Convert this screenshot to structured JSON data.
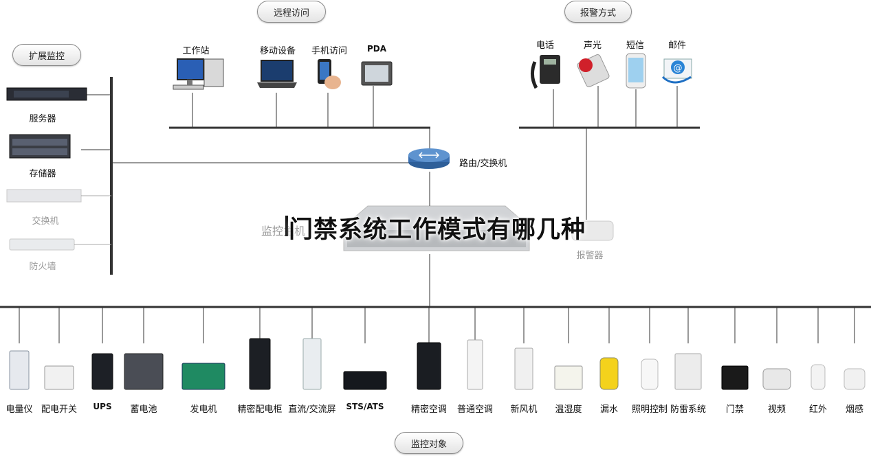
{
  "overlay_title": "门禁系统工作模式有哪几种",
  "groups": {
    "remote": "远程访问",
    "alarm": "报警方式",
    "extend": "扩展监控",
    "objects": "监控对象"
  },
  "router_label": "路由/交换机",
  "host_label": "监控主机",
  "alarm_device_label": "报警器",
  "remote_devices": [
    "工作站",
    "移动设备",
    "手机访问",
    "PDA"
  ],
  "alarm_methods": [
    "电话",
    "声光",
    "短信",
    "邮件"
  ],
  "extend_devices": [
    {
      "label": "服务器",
      "faded": false
    },
    {
      "label": "存储器",
      "faded": false
    },
    {
      "label": "交换机",
      "faded": true
    },
    {
      "label": "防火墙",
      "faded": true
    }
  ],
  "monitored_objects": [
    "电量仪",
    "配电开关",
    "UPS",
    "蓄电池",
    "发电机",
    "精密配电柜",
    "直流/交流屏",
    "STS/ATS",
    "精密空调",
    "普通空调",
    "新风机",
    "温湿度",
    "漏水",
    "照明控制",
    "防雷系统",
    "门禁",
    "视频",
    "红外",
    "烟感"
  ],
  "icons": {
    "router": "router-icon",
    "host": "server-rack-icon",
    "alarm": "siren-icon"
  },
  "colors": {
    "bus_line": "#333333",
    "router_blue": "#3a6fb0"
  }
}
